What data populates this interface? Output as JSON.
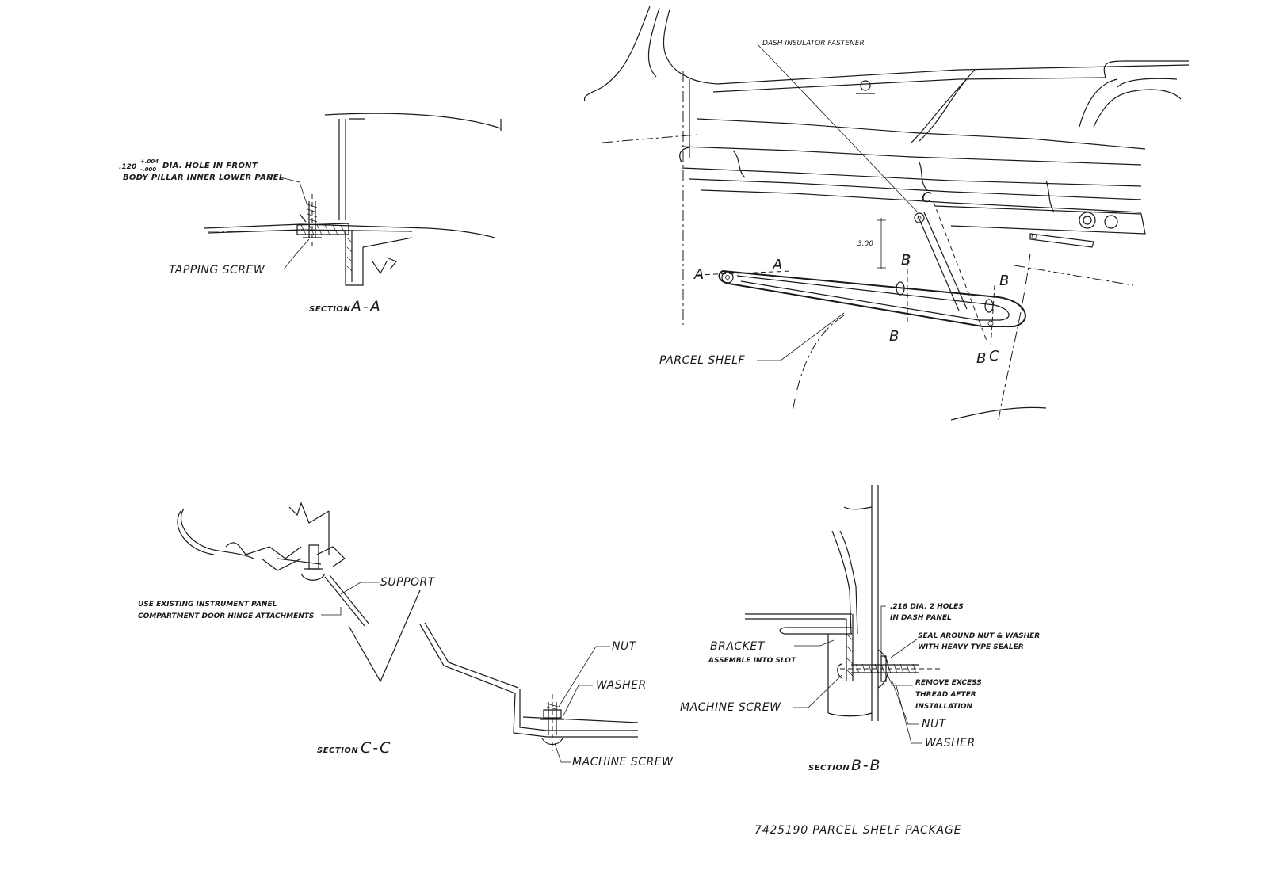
{
  "drawing": {
    "caption": "7425190 PARCEL SHELF PACKAGE"
  },
  "main_view": {
    "dash_insulator_fastener": "DASH INSULATOR FASTENER",
    "parcel_shelf": "PARCEL SHELF",
    "dimension": "3.00",
    "section_marks": {
      "a_left": "A",
      "a_upper": "A",
      "b_upper_mid": "B",
      "b_lower_mid": "B",
      "b_right": "B",
      "b_bottom": "B",
      "c_top": "C",
      "c_bottom": "C"
    }
  },
  "section_a": {
    "hole_prefix": ".120",
    "tol_plus": "+.004",
    "tol_minus": "-.000",
    "hole_line1": "DIA. HOLE IN FRONT",
    "hole_line2": "BODY PILLAR INNER LOWER PANEL",
    "tapping_screw": "TAPPING SCREW",
    "section_word": "SECTION",
    "section_id": "A-A"
  },
  "section_c": {
    "support": "SUPPORT",
    "hinge_line1": "USE EXISTING INSTRUMENT PANEL",
    "hinge_line2": "COMPARTMENT DOOR HINGE ATTACHMENTS",
    "nut": "NUT",
    "washer": "WASHER",
    "machine_screw": "MACHINE SCREW",
    "section_word": "SECTION",
    "section_id": "C-C"
  },
  "section_b": {
    "holes_line1": ".218 DIA. 2 HOLES",
    "holes_line2": "IN DASH PANEL",
    "seal_line1": "SEAL AROUND NUT & WASHER",
    "seal_line2": "WITH HEAVY TYPE SEALER",
    "bracket": "BRACKET",
    "assemble": "ASSEMBLE INTO SLOT",
    "remove_line1": "REMOVE EXCESS",
    "remove_line2": "THREAD AFTER",
    "remove_line3": "INSTALLATION",
    "machine_screw": "MACHINE SCREW",
    "nut": "NUT",
    "washer": "WASHER",
    "section_word": "SECTION",
    "section_id": "B-B"
  }
}
